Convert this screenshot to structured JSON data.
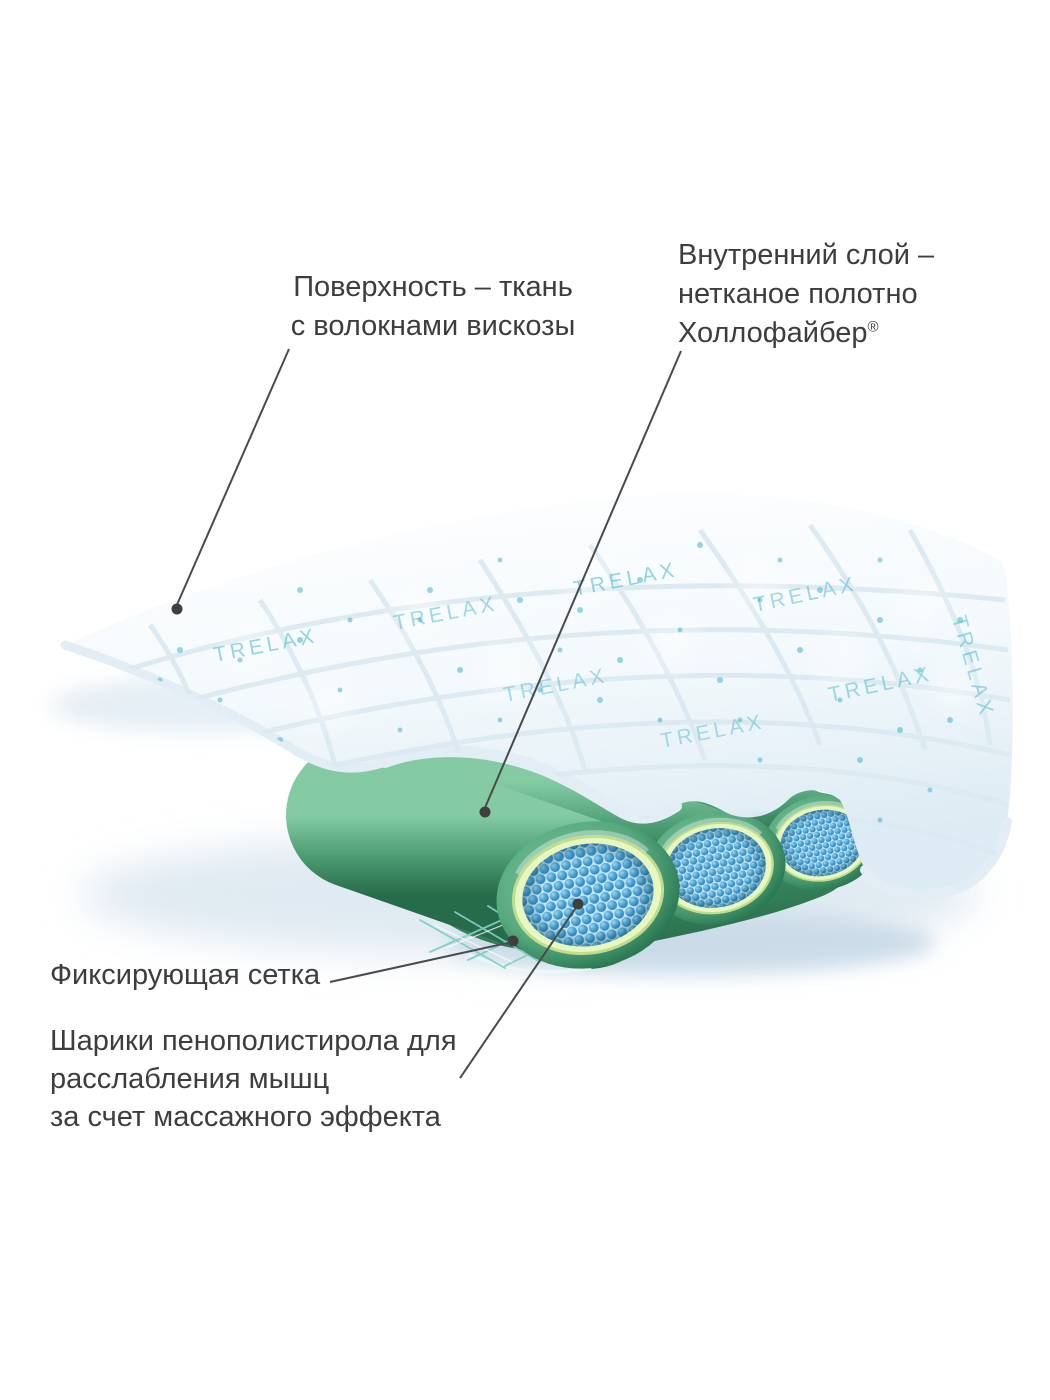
{
  "page": {
    "background": "#ffffff"
  },
  "labels": {
    "surface": {
      "line1": "Поверхность – ткань",
      "line2": "с волокнами вискозы"
    },
    "inner_layer": {
      "line1": "Внутренний слой –",
      "line2": "нетканое полотно",
      "line3": "Холлофайбер",
      "registered_mark": "®"
    },
    "mesh": {
      "line1": "Фиксирующая сетка"
    },
    "balls": {
      "line1": "Шарики пенополистирола для",
      "line2": "расслабления мышц",
      "line3": "за счет массажного эффекта"
    }
  },
  "illustration": {
    "fabric_text": "TRELAX",
    "colors": {
      "label_text": "#3d3d3d",
      "leader_line": "#4a4a4a",
      "fabric_base": "#f2f8fc",
      "fabric_quilt": "#dce9f2",
      "fabric_dot_teal": "#3fb6cc",
      "inner_layer_green": "#3f9169",
      "tube_ring_yellow": "#e8f6c0",
      "ball_blue": "#4aa3d8",
      "mesh_teal": "#8fd8cf"
    }
  }
}
